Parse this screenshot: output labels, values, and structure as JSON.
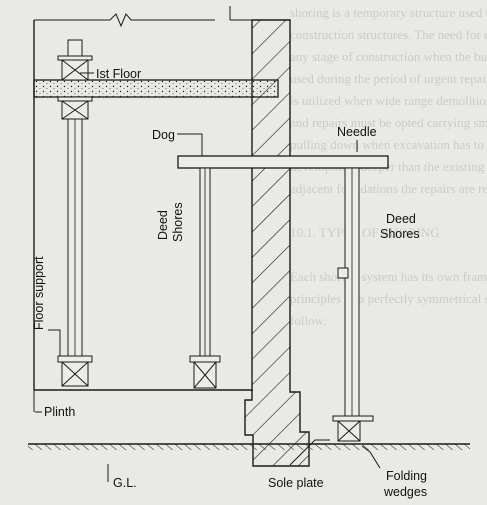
{
  "labels": {
    "ist_floor": "Ist Floor",
    "needle": "Needle",
    "dog": "Dog",
    "floor_support": "Floor support",
    "deed_shores_left_1": "Deed",
    "deed_shores_left_2": "Shores",
    "deed_shores_right_1": "Deed",
    "deed_shores_right_2": "Shores",
    "plinth": "Plinth",
    "gl": "G.L.",
    "sole_plate": "Sole plate",
    "folding_wedges_1": "Folding",
    "folding_wedges_2": "wedges"
  },
  "background_text": [
    "shoring is a temporary structure used to prevent the collapse of the ro",
    "construction structures. The need for dead shoring support is required o",
    "any stage of construction when the building is unsafe or partial g",
    "used during the period of urgent repairs and to strengthen the foundati",
    "is utilized when wide range demolition is to be undertaken on account of",
    "and repairs must be opted carrying small loads when an adjacent struct",
    "pulling down when excavation has to be carried out or made near a wall",
    "development deeper than the existing wall and when an excavation deeper",
    "adjacent foundations the repairs are required.",
    "",
    "10.1. TYPES OF SHORING",
    "",
    "Each shoring system has its own framework portion and is based",
    "principles of a perfectly symmetrical structure. The types of shoring ar",
    "follow."
  ],
  "colors": {
    "line": "#1a1a1a",
    "background": "#e9e9e6"
  }
}
